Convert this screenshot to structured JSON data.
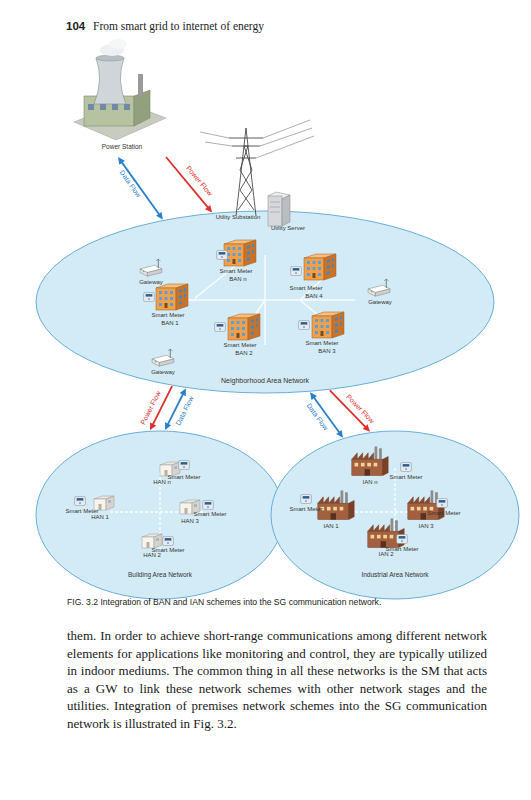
{
  "diagram": {
    "caption": "FIG. 3.2 Integration of BAN and IAN schemes into the SG communication network.",
    "nodes": [
      {
        "text": [
          "Power Station"
        ]
      },
      {
        "text": [
          "Neighborhood Area Network"
        ]
      },
      {
        "text": [
          "Building Area Network"
        ]
      },
      {
        "text": [
          "Industrial Area Network"
        ]
      }
    ],
    "edges": [
      {
        "from": 0,
        "to": 1,
        "label": "Data Flow",
        "arrow": "both"
      },
      {
        "from": 0,
        "to": 1,
        "label": "Power Flow",
        "arrow": "to"
      },
      {
        "from": 1,
        "to": 2,
        "label": "Power Flow",
        "arrow": "to"
      },
      {
        "from": 1,
        "to": 2,
        "label": "Data Flow",
        "arrow": "both"
      },
      {
        "from": 1,
        "to": 3,
        "label": "Data Flow",
        "arrow": "both"
      },
      {
        "from": 1,
        "to": 3,
        "label": "Power Flow",
        "arrow": "to"
      }
    ],
    "labels": [
      "104",
      "From smart grid to internet of energy",
      "Utility Substation",
      "Utility Server",
      "Smart Meter",
      "BAN n",
      "Gateway",
      "Smart Meter",
      "BAN 4",
      "Gateway",
      "Smart Meter",
      "BAN 1",
      "Smart Meter",
      "BAN 2",
      "Smart Meter",
      "BAN 3",
      "Gateway",
      "Smart Meter",
      "HAN n",
      "Smart Meter",
      "HAN 1",
      "Smart Meter",
      "HAN 3",
      "Smart Meter",
      "HAN 2",
      "Smart Meter",
      "IAN n",
      "Smart Meter",
      "IAN 1",
      "Smart Meter",
      "IAN 3",
      "Smart Meter",
      "IAN 2",
      "them. In order to achieve short-range communications among different network elements for applications like monitoring and control, they are typically utilized in indoor mediums. The common thing in all these networks is the SM that acts as a GW to link these network schemes with other network stages and the utilities. Integration of premises network schemes into the SG communication network is illustrated in Fig. 3.2."
    ]
  }
}
